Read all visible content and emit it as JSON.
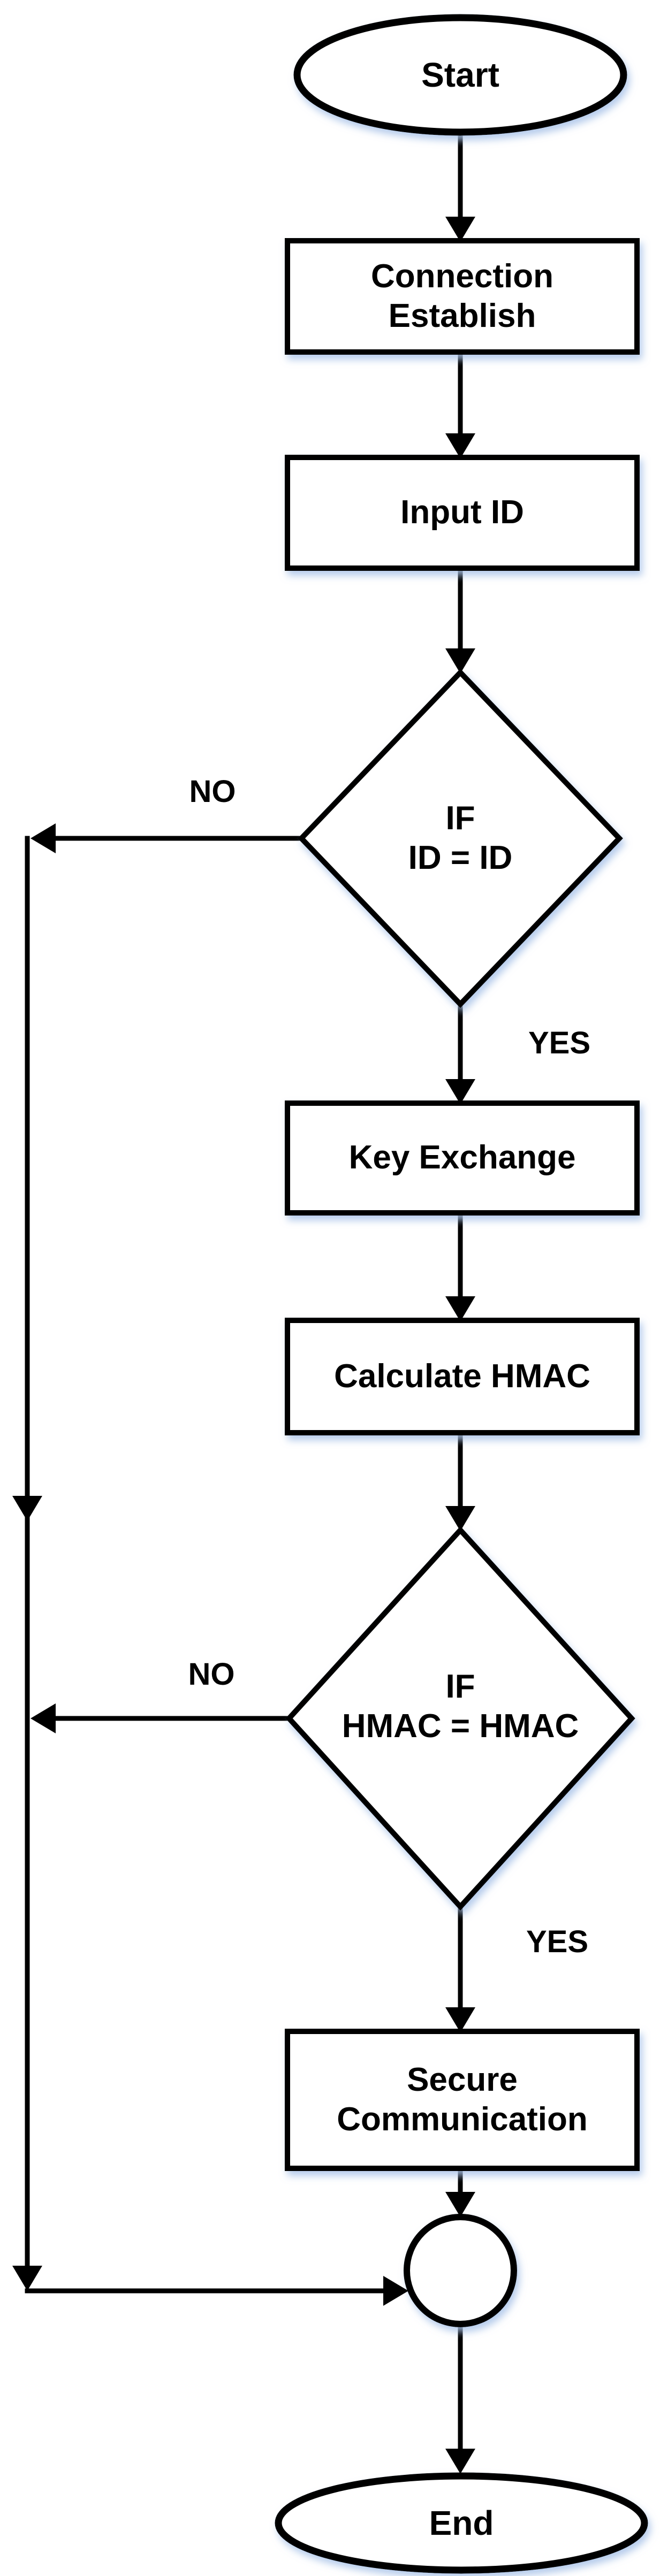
{
  "diagram": {
    "type": "flowchart",
    "background": "#ffffff",
    "stroke_color": "#000000",
    "node_fill": "#ffffff",
    "shadow_color": "#a9c3e8",
    "nodes": {
      "start": {
        "type": "terminator",
        "label": "Start"
      },
      "connection_establish": {
        "type": "process",
        "label": "Connection\nEstablish"
      },
      "input_id": {
        "type": "process",
        "label": "Input ID"
      },
      "decision_id": {
        "type": "decision",
        "label": "IF\nID = ID"
      },
      "key_exchange": {
        "type": "process",
        "label": "Key Exchange"
      },
      "calculate_hmac": {
        "type": "process",
        "label": "Calculate HMAC"
      },
      "decision_hmac": {
        "type": "decision",
        "label": "IF\nHMAC = HMAC"
      },
      "secure_communication": {
        "type": "process",
        "label": "Secure\nCommunication"
      },
      "junction": {
        "type": "connector",
        "label": ""
      },
      "end": {
        "type": "terminator",
        "label": "End"
      }
    },
    "branch_labels": {
      "decision_id_no": "NO",
      "decision_id_yes": "YES",
      "decision_hmac_no": "NO",
      "decision_hmac_yes": "YES"
    }
  }
}
